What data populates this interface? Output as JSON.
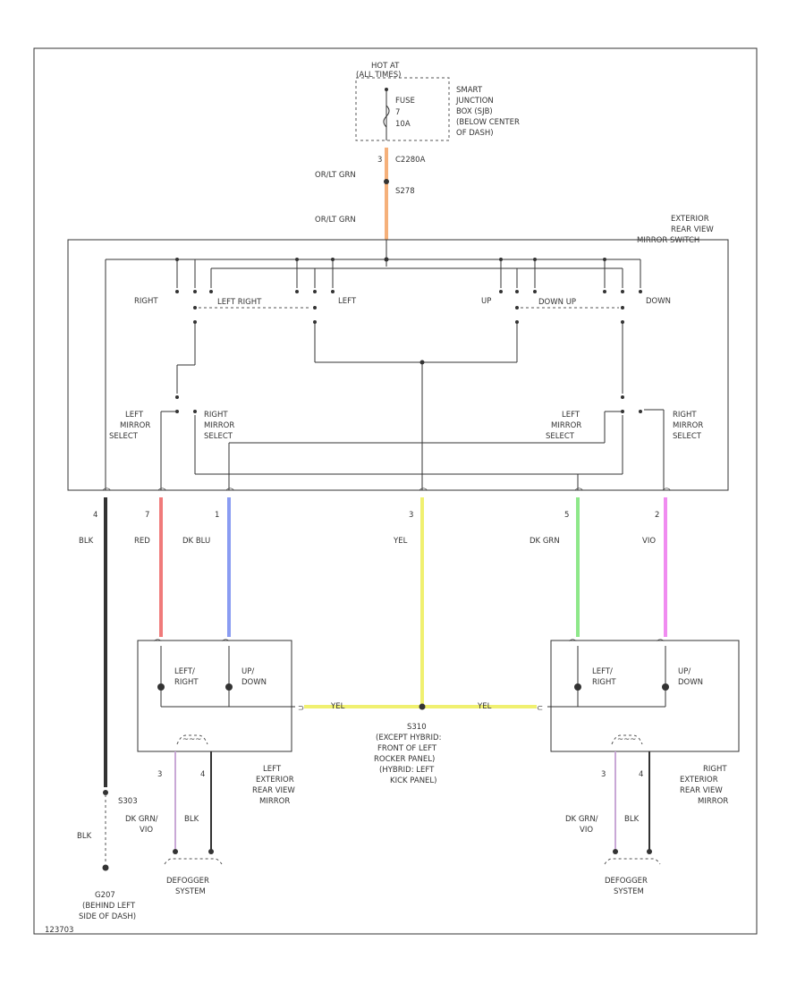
{
  "colors": {
    "or_wire": "#f5b07a",
    "red_wire": "#f07a7a",
    "blue_wire": "#8a9cf2",
    "yellow_wire": "#f0f070",
    "green_wire": "#8ee88a",
    "violet_wire": "#f08cf0",
    "black_wire": "#333333",
    "defog_dkgrn_vio": "#c9a8d6",
    "line": "#333333"
  },
  "power": {
    "hot_at": "HOT AT",
    "all_times": "(ALL TIMES)",
    "fuse": "FUSE",
    "fuse_num": "7",
    "fuse_amp": "10A",
    "jb": [
      "SMART",
      "JUNCTION",
      "BOX (SJB)",
      "(BELOW CENTER",
      "OF DASH)"
    ],
    "pin": "3",
    "connector1": "C2280A",
    "splice": "S278",
    "wire_color": "OR/LT GRN"
  },
  "switch": {
    "title": [
      "EXTERIOR",
      "REAR VIEW",
      "MIRROR SWITCH"
    ],
    "labels": {
      "right": "RIGHT",
      "left_right": "LEFT   RIGHT",
      "left": "LEFT",
      "up": "UP",
      "down_up": "DOWN   UP",
      "down": "DOWN",
      "left_mirror_select": [
        "LEFT",
        "MIRROR",
        "SELECT"
      ],
      "right_mirror_select": [
        "RIGHT",
        "MIRROR",
        "SELECT"
      ]
    }
  },
  "wires": [
    {
      "pin": "4",
      "color_name": "BLK"
    },
    {
      "pin": "7",
      "color_name": "RED"
    },
    {
      "pin": "1",
      "color_name": "DK BLU"
    },
    {
      "pin": "3",
      "color_name": "YEL"
    },
    {
      "pin": "5",
      "color_name": "DK GRN"
    },
    {
      "pin": "2",
      "color_name": "VIO"
    }
  ],
  "left_mirror": {
    "motor1": [
      "LEFT/",
      "RIGHT"
    ],
    "motor2": [
      "UP/",
      "DOWN"
    ],
    "name": [
      "LEFT",
      "EXTERIOR",
      "REAR VIEW",
      "MIRROR"
    ],
    "defog_pins": [
      "3",
      "4"
    ],
    "defog_wires": [
      "DK GRN/",
      "VIO",
      "BLK"
    ],
    "defog_system": [
      "DEFOGGER",
      "SYSTEM"
    ]
  },
  "right_mirror": {
    "motor1": [
      "LEFT/",
      "RIGHT"
    ],
    "motor2": [
      "UP/",
      "DOWN"
    ],
    "name": [
      "RIGHT",
      "EXTERIOR",
      "REAR VIEW",
      "MIRROR"
    ],
    "defog_pins": [
      "3",
      "4"
    ],
    "defog_wires": [
      "DK GRN/",
      "VIO",
      "BLK"
    ],
    "defog_system": [
      "DEFOGGER",
      "SYSTEM"
    ]
  },
  "splice_s310": {
    "label": [
      "S310",
      "(EXCEPT HYBRID:",
      "FRONT OF LEFT",
      "ROCKER PANEL)",
      "(HYBRID: LEFT",
      "KICK PANEL)"
    ],
    "wire_yel": "YEL"
  },
  "ground": {
    "splice": "S303",
    "wire": "BLK",
    "label": [
      "G207",
      "(BEHIND LEFT",
      "SIDE OF DASH)"
    ]
  },
  "footer_code": "123703"
}
